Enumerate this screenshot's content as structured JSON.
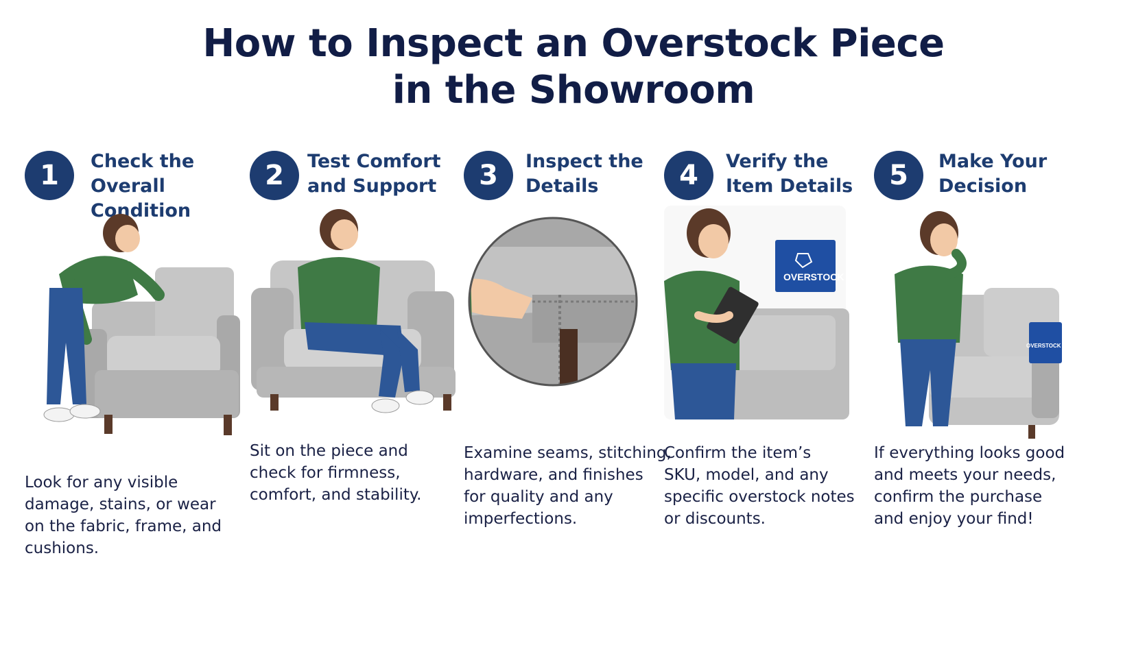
{
  "title_line1": "How to Inspect an Overstock Piece",
  "title_line2": "in the Showroom",
  "steps": [
    {
      "number": "1",
      "title_line1": "Check the",
      "title_line2": "Overall Condition",
      "description": [
        "Look for any visible",
        "damage, stains, or wear",
        "on the fabric, frame, and",
        "cushions."
      ]
    },
    {
      "number": "2",
      "title_line1": "Test Comfort",
      "title_line2": "and Support",
      "description": [
        "Sit on the piece and",
        "check for firmness,",
        "comfort, and stability."
      ]
    },
    {
      "number": "3",
      "title_line1": "Inspect the",
      "title_line2": "Details",
      "description": [
        "Examine seams, stitching,",
        "hardware, and finishes",
        "for quality and any",
        "imperfections."
      ]
    },
    {
      "number": "4",
      "title_line1": "Verify the",
      "title_line2": "Item Details",
      "description": [
        "Confirm the item’s",
        "SKU, model, and any",
        "specific overstock notes",
        "or discounts."
      ]
    },
    {
      "number": "5",
      "title_line1": "Make Your",
      "title_line2": "Decision",
      "description": [
        "If everything looks good",
        "and meets your needs,",
        "confirm the purchase",
        "and enjoy your find!"
      ]
    }
  ],
  "sign_text": "OVERSTOCK",
  "tag_text": "OVERSTOCK",
  "icons": [
    "woman-inspecting-armchair",
    "woman-sitting-armchair",
    "magnified-seam-detail",
    "woman-with-clipboard",
    "woman-deciding"
  ],
  "colors": {
    "navy": "#1d3c70",
    "title": "#111d46",
    "sweater": "#3f7a45",
    "jeans": "#2d5797",
    "chair": "#b9b9b9",
    "sign": "#1f4fa3"
  }
}
